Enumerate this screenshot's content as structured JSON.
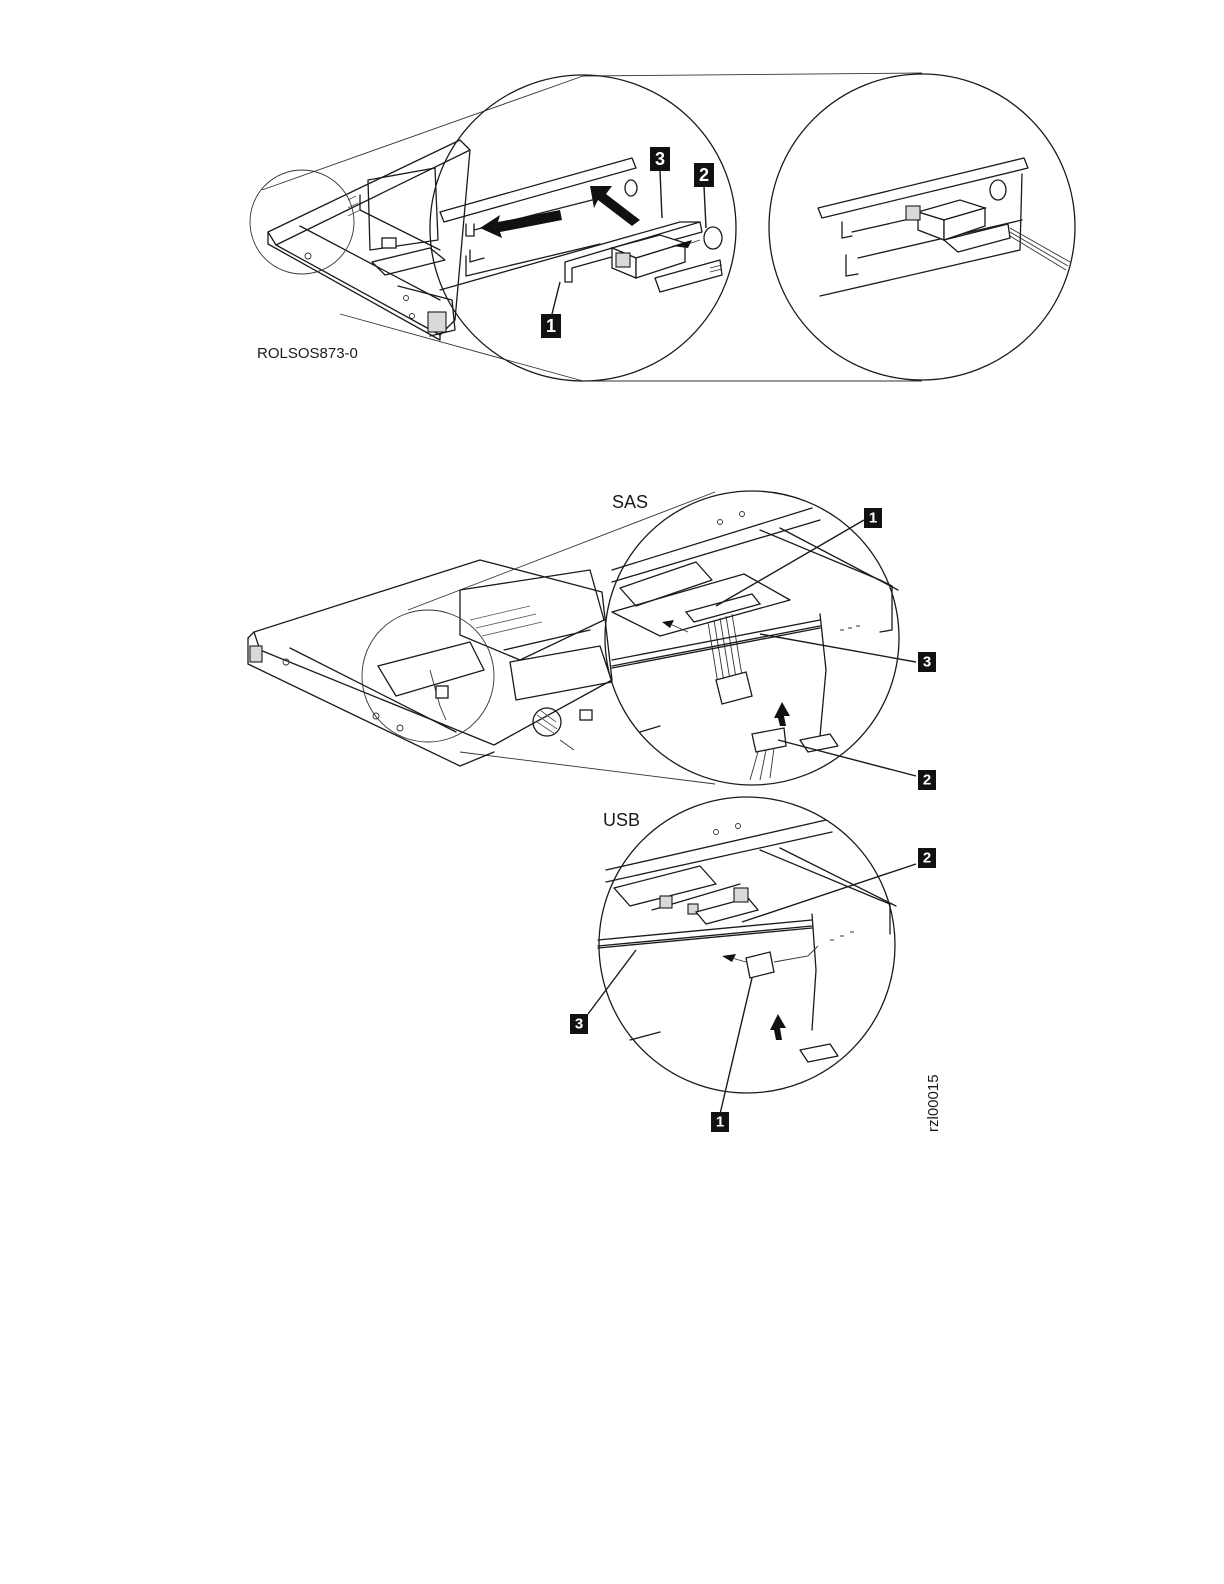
{
  "figure1": {
    "figure_id": "ROLSOS873-0",
    "callouts": [
      "1",
      "2",
      "3"
    ]
  },
  "figure2": {
    "figure_id": "rzl00015",
    "sas": {
      "label": "SAS",
      "callouts": [
        "1",
        "2",
        "3"
      ]
    },
    "usb": {
      "label": "USB",
      "callouts": [
        "1",
        "2",
        "3"
      ]
    }
  }
}
